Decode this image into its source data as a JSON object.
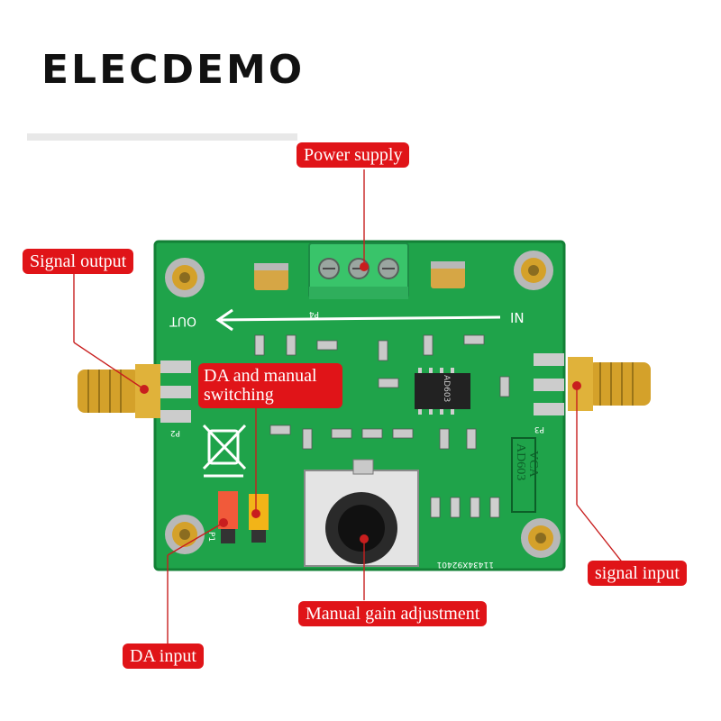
{
  "brand": "ELECDEMO",
  "callouts": {
    "power_supply": "Power supply",
    "signal_output": "Signal output",
    "da_manual_switching": "DA and manual switching",
    "signal_input": "signal input",
    "manual_gain": "Manual gain adjustment",
    "da_input": "DA input"
  },
  "board": {
    "in_label": "IN",
    "out_label": "OUT",
    "chip_label": "AD603",
    "module_label_1": "AD603",
    "module_label_2": "VCA",
    "serial": "11434X92401",
    "p1": "P1",
    "p2": "P2",
    "p3": "P3",
    "p4": "P4",
    "colors": {
      "pcb": "#1fa34a",
      "terminal": "#39c46a",
      "gold": "#d4a12a",
      "callout": "#e01418"
    }
  }
}
